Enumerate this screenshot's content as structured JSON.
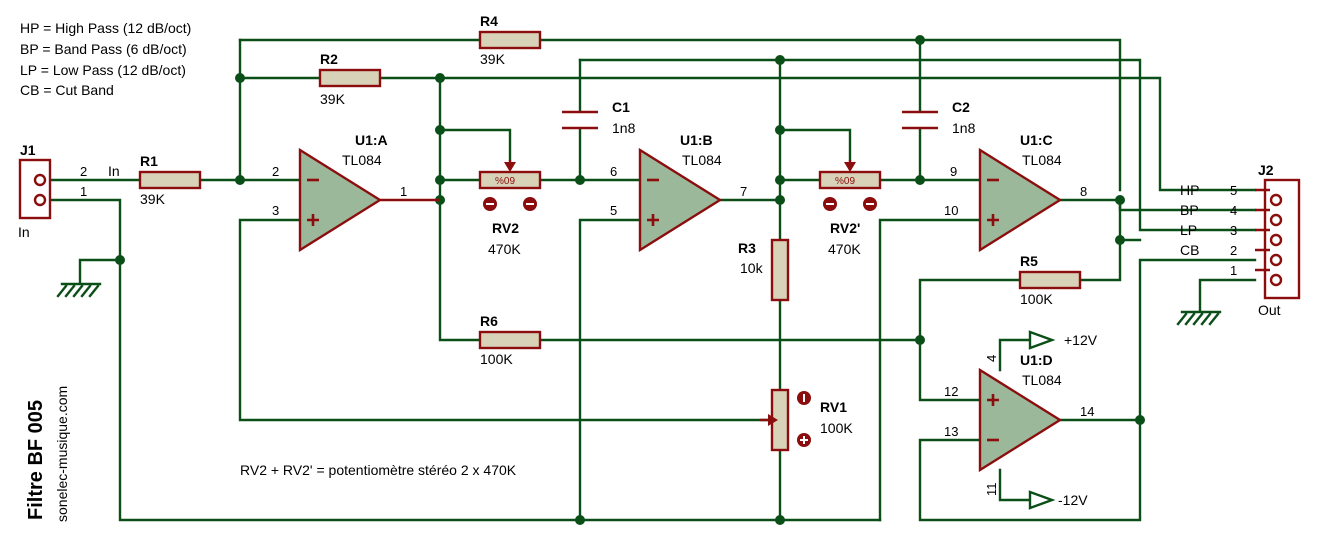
{
  "legend": [
    "HP = High Pass (12 dB/oct)",
    "BP = Band Pass (6 dB/oct)",
    "LP = Low Pass (12 dB/oct)",
    "CB = Cut Band"
  ],
  "side_title": "Filtre BF 005",
  "side_site": "sonelec-musique.com",
  "note": "RV2 + RV2' = potentiomètre stéréo 2 x 470K",
  "components": {
    "J1": {
      "ref": "J1",
      "sub": "In",
      "pin_labels": [
        "2",
        "1"
      ],
      "net_label": "In"
    },
    "R1": {
      "ref": "R1",
      "value": "39K"
    },
    "R2": {
      "ref": "R2",
      "value": "39K"
    },
    "R4": {
      "ref": "R4",
      "value": "39K"
    },
    "R3": {
      "ref": "R3",
      "value": "10k"
    },
    "R5": {
      "ref": "R5",
      "value": "100K"
    },
    "R6": {
      "ref": "R6",
      "value": "100K"
    },
    "C1": {
      "ref": "C1",
      "value": "1n8"
    },
    "C2": {
      "ref": "C2",
      "value": "1n8"
    },
    "RV1": {
      "ref": "RV1",
      "value": "100K"
    },
    "RV2": {
      "ref": "RV2",
      "value": "470K",
      "marking": "%09"
    },
    "RV2b": {
      "ref": "RV2'",
      "value": "470K",
      "marking": "%09"
    },
    "U1A": {
      "ref": "U1:A",
      "type": "TL084",
      "pins": [
        "2",
        "3",
        "1"
      ]
    },
    "U1B": {
      "ref": "U1:B",
      "type": "TL084",
      "pins": [
        "6",
        "5",
        "7"
      ]
    },
    "U1C": {
      "ref": "U1:C",
      "type": "TL084",
      "pins": [
        "9",
        "10",
        "8"
      ]
    },
    "U1D": {
      "ref": "U1:D",
      "type": "TL084",
      "pins": [
        "12",
        "13",
        "14",
        "4",
        "11"
      ]
    },
    "J2": {
      "ref": "J2",
      "sub": "Out",
      "pins": [
        "5",
        "4",
        "3",
        "2",
        "1"
      ],
      "outputs": [
        "HP",
        "BP",
        "LP",
        "CB"
      ]
    }
  },
  "supplies": {
    "positive": "+12V",
    "negative": "-12V"
  },
  "colors": {
    "wire": "#0b4f18",
    "component": "#8b0d0d",
    "opamp_fill": "#9bb89a",
    "resistor_fill": "#d8d2b8"
  }
}
